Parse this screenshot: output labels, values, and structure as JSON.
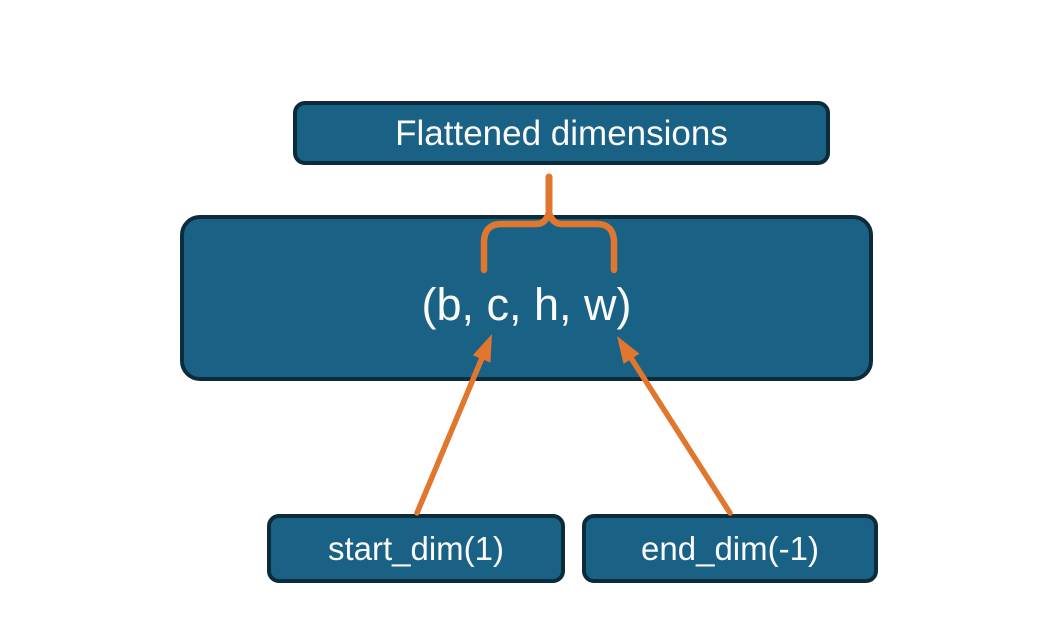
{
  "diagram": {
    "background_color": "#FFFFFF",
    "colors": {
      "node_fill": "#1A6285",
      "node_border": "#0D2C3B",
      "connector_orange": "#E1762F",
      "label_text": "#FAFAFA"
    },
    "flattened_box": {
      "label": "Flattened dimensions"
    },
    "tensor_box": {
      "label": "(b, c, h, w)"
    },
    "start_dim_box": {
      "label": "start_dim(1)"
    },
    "end_dim_box": {
      "label": "end_dim(-1)"
    },
    "connectors": [
      {
        "name": "flatten-brace",
        "type": "curly-brace",
        "from": "Flattened dimensions",
        "spans": "c, h, w"
      },
      {
        "name": "start-dim-arrow",
        "type": "arrow",
        "from": "start_dim(1)",
        "to": "c"
      },
      {
        "name": "end-dim-arrow",
        "type": "arrow",
        "from": "end_dim(-1)",
        "to": "w"
      }
    ]
  }
}
